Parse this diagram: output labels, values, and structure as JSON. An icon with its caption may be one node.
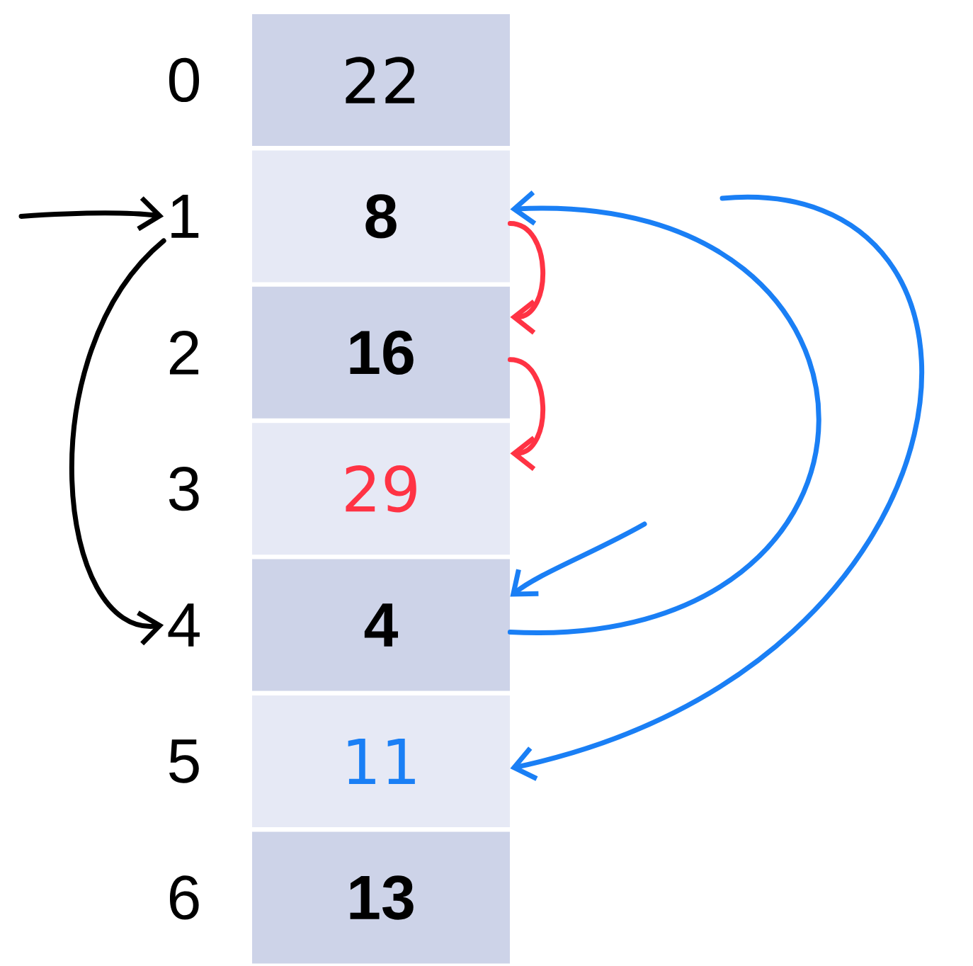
{
  "diagram": {
    "nodes": [
      {
        "text": [
          "0"
        ]
      },
      {
        "text": [
          "1"
        ]
      },
      {
        "text": [
          "2"
        ]
      },
      {
        "text": [
          "3"
        ]
      },
      {
        "text": [
          "4"
        ]
      },
      {
        "text": [
          "5"
        ]
      },
      {
        "text": [
          "6"
        ]
      },
      {
        "text": [
          "22"
        ]
      },
      {
        "text": [
          "8"
        ]
      },
      {
        "text": [
          "16"
        ]
      },
      {
        "text": [
          "29"
        ]
      },
      {
        "text": [
          "4"
        ]
      },
      {
        "text": [
          "11"
        ]
      },
      {
        "text": [
          "13"
        ]
      }
    ],
    "edges": [
      {
        "from": null,
        "to": 1,
        "arrow": "to",
        "color": "#000000"
      },
      {
        "from": 1,
        "to": 4,
        "arrow": "to",
        "color": "#000000"
      },
      {
        "from": 8,
        "to": 9,
        "arrow": "to",
        "color": "#ff3344"
      },
      {
        "from": 9,
        "to": 10,
        "arrow": "to",
        "color": "#ff3344"
      },
      {
        "from": 11,
        "to": 8,
        "arrow": "to"
      },
      {
        "from": null,
        "to": 11,
        "arrow": "to"
      },
      {
        "from": null,
        "to": 12,
        "arrow": "to"
      }
    ]
  }
}
